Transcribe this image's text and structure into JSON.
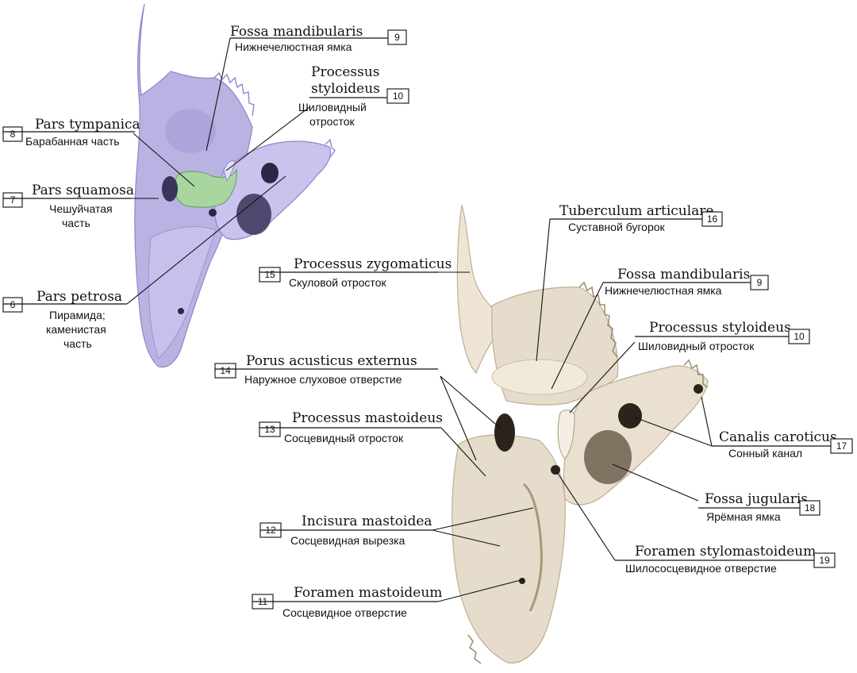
{
  "colors": {
    "bone_left": "#b9b3e3",
    "bone_left_dark": "#8e86c9",
    "tympanic": "#a9d6a0",
    "bone_right": "#e6dccb",
    "bone_right_dark": "#bfae93",
    "hole": "#2a241c"
  },
  "labels": {
    "l9": {
      "num": "9",
      "lat": "Fossa mandibularis",
      "rus": "Нижнечелюстная ямка"
    },
    "l10": {
      "num": "10",
      "lat1": "Processus",
      "lat2": "styloideus",
      "rus1": "Шиловидный",
      "rus2": "отросток"
    },
    "l8": {
      "num": "8",
      "lat": "Pars tympanica",
      "rus": "Барабанная часть"
    },
    "l7": {
      "num": "7",
      "lat": "Pars squamosa",
      "rus1": "Чешуйчатая",
      "rus2": "часть"
    },
    "l6": {
      "num": "6",
      "lat": "Pars petrosa",
      "rus1": "Пирамида;",
      "rus2": "каменистая",
      "rus3": "часть"
    },
    "r16": {
      "num": "16",
      "lat": "Tuberculum articulare",
      "rus": "Суставной бугорок"
    },
    "r15": {
      "num": "15",
      "lat": "Processus zygomaticus",
      "rus": "Скуловой отросток"
    },
    "r9": {
      "num": "9",
      "lat": "Fossa mandibularis",
      "rus": "Нижнечелюстная ямка"
    },
    "r10": {
      "num": "10",
      "lat": "Processus styloideus",
      "rus": "Шиловидный отросток"
    },
    "r14": {
      "num": "14",
      "lat": "Porus acusticus externus",
      "rus": "Наружное слуховое отверстие"
    },
    "r13": {
      "num": "13",
      "lat": "Processus mastoideus",
      "rus": "Сосцевидный отросток"
    },
    "r17": {
      "num": "17",
      "lat": "Canalis caroticus",
      "rus": "Сонный канал"
    },
    "r18": {
      "num": "18",
      "lat": "Fossa jugularis",
      "rus": "Ярёмная ямка"
    },
    "r12": {
      "num": "12",
      "lat": "Incisura mastoidea",
      "rus": "Сосцевидная вырезка"
    },
    "r19": {
      "num": "19",
      "lat": "Foramen stylomastoideum",
      "rus": "Шилососцевидное отверстие"
    },
    "r11": {
      "num": "11",
      "lat": "Foramen mastoideum",
      "rus": "Сосцевидное отверстие"
    }
  }
}
